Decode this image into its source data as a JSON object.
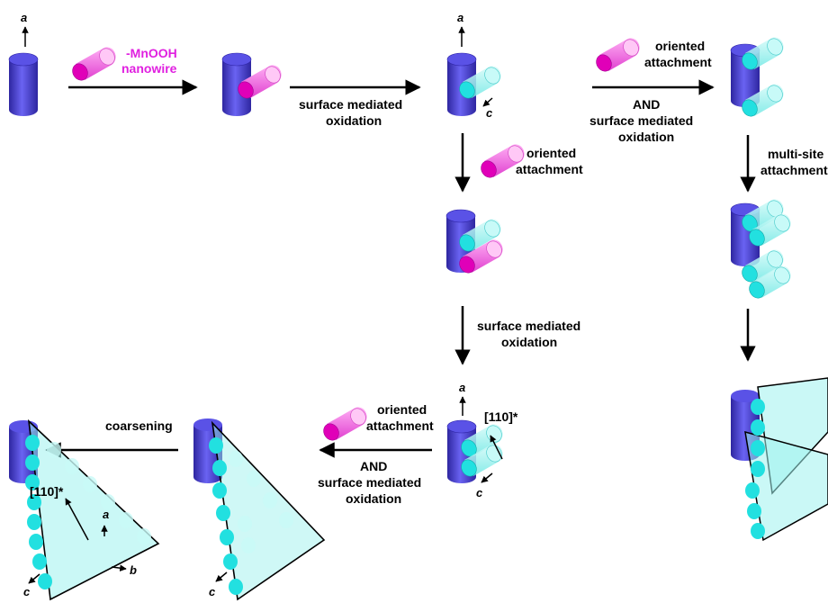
{
  "labels": {
    "nanowire_line1": "-MnOOH",
    "nanowire_line2": "nanowire",
    "smo_top_line1": "surface mediated",
    "smo_top_line2": "oxidation",
    "oa_top_right_line1": "oriented",
    "oa_top_right_line2": "attachment",
    "and_top": "AND",
    "smo_top_right_line1": "surface mediated",
    "smo_top_right_line2": "oxidation",
    "oa_mid_line1": "oriented",
    "oa_mid_line2": "attachment",
    "multisite_line1": "multi-site",
    "multisite_line2": "attachment",
    "smo_mid_line1": "surface mediated",
    "smo_mid_line2": "oxidation",
    "oa_bottom_line1": "oriented",
    "oa_bottom_line2": "attachment",
    "and_bottom": "AND",
    "smo_bottom_line1": "surface mediated",
    "smo_bottom_line2": "oxidation",
    "coarsening": "coarsening",
    "dir_110_a": "[110]*",
    "dir_110_b": "[110]*"
  },
  "axes": {
    "a": "a",
    "b": "b",
    "c": "c"
  },
  "colors": {
    "core": "#5a52e6",
    "core_dark": "#3026a8",
    "nanowire": "#ff3bd6",
    "nanowire_cap": "#e000b8",
    "attached": "#9ff2ee",
    "attached_cap": "#1fe0e0",
    "label_magenta": "#e020e0"
  }
}
